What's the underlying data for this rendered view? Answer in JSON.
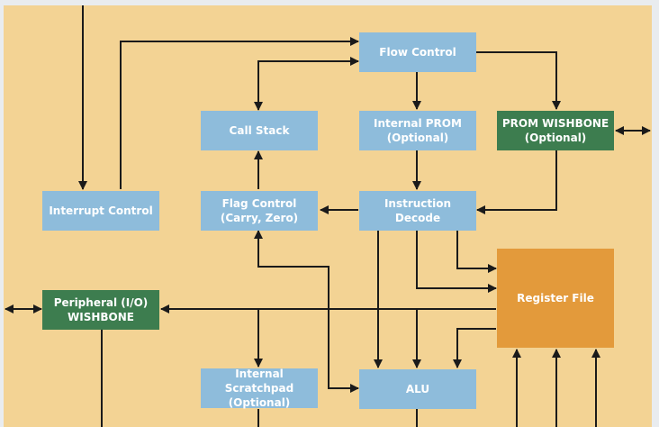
{
  "colors": {
    "page_bg": "#e9ecef",
    "panel_bg": "#f3d394",
    "blue_block": "#8ebcdb",
    "green_block": "#3d7d4f",
    "orange_block": "#e39a3b",
    "line": "#1a1a1a"
  },
  "blocks": {
    "flow_control": {
      "line1": "Flow Control"
    },
    "call_stack": {
      "line1": "Call Stack"
    },
    "internal_prom": {
      "line1": "Internal PROM",
      "line2": "(Optional)"
    },
    "prom_wishbone": {
      "line1": "PROM WISHBONE",
      "line2": "(Optional)"
    },
    "interrupt_control": {
      "line1": "Interrupt Control"
    },
    "flag_control": {
      "line1": "Flag Control",
      "line2": "(Carry, Zero)"
    },
    "instruction_decode": {
      "line1": "Instruction",
      "line2": "Decode"
    },
    "register_file": {
      "line1": "Register File"
    },
    "peripheral_wishbone": {
      "line1": "Peripheral (I/O)",
      "line2": "WISHBONE"
    },
    "internal_scratchpad": {
      "line1": "Internal Scratchpad",
      "line2": "(Optional)"
    },
    "alu": {
      "line1": "ALU"
    }
  }
}
